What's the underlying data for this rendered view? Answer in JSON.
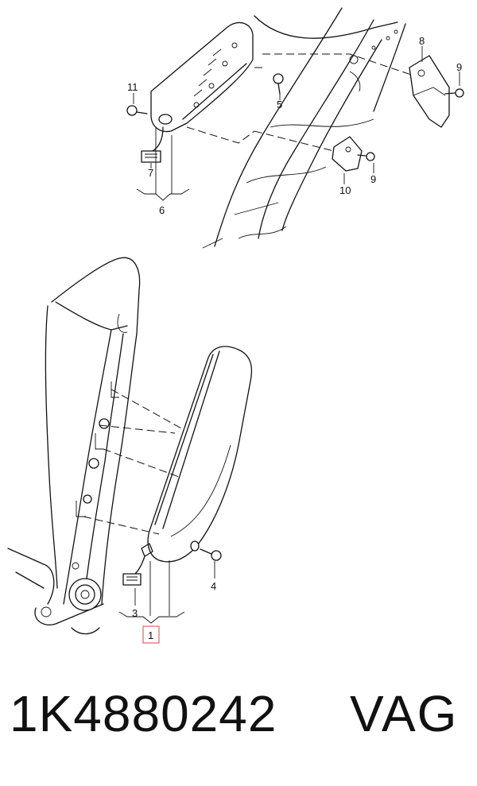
{
  "labels": {
    "top": {
      "c1": "8",
      "c2": "9",
      "c3": "11",
      "c4": "5",
      "c5": "7",
      "c6": "6",
      "c7": "10",
      "c8": "9"
    },
    "bottom": {
      "c1": "4",
      "c2": "3",
      "c3": "1"
    }
  },
  "footer": {
    "part_number": "1K4880242",
    "brand": "VAG"
  },
  "colors": {
    "line": "#111111",
    "highlight_box": "#e06666"
  }
}
